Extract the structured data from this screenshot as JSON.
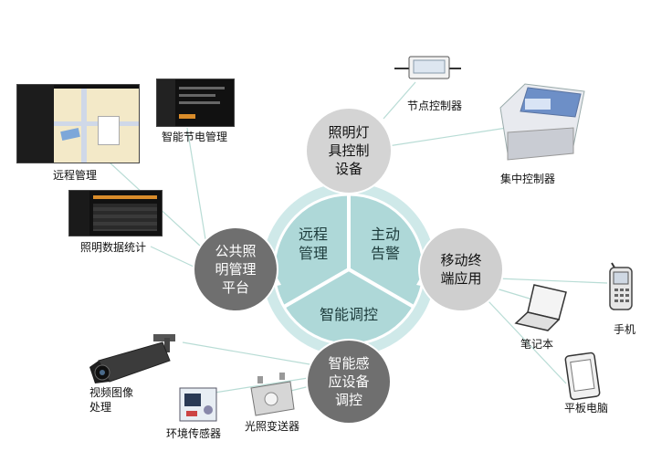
{
  "hub": {
    "segments": [
      {
        "id": "remote",
        "lines": [
          "远程",
          "管理"
        ]
      },
      {
        "id": "alarm",
        "lines": [
          "主动",
          "告警"
        ]
      },
      {
        "id": "control",
        "lines": [
          "智能调控"
        ]
      }
    ]
  },
  "satellites": [
    {
      "id": "lighting",
      "lines": [
        "照明灯",
        "具控制",
        "设备"
      ],
      "color": "#d4d4d4",
      "text": "dark"
    },
    {
      "id": "mobile",
      "lines": [
        "移动终",
        "端应用"
      ],
      "color": "#cfcfcf",
      "text": "dark"
    },
    {
      "id": "sensing",
      "lines": [
        "智能感",
        "应设备",
        "调控"
      ],
      "color": "#6f6f6f",
      "text": "light"
    },
    {
      "id": "platform",
      "lines": [
        "公共照",
        "明管理",
        "平台"
      ],
      "color": "#6f6f6f",
      "text": "light"
    }
  ],
  "devices": {
    "node_controller": "节点控制器",
    "central_controller": "集中控制器",
    "phone": "手机",
    "laptop": "笔记本",
    "tablet": "平板电脑",
    "video": [
      "视频图像",
      "处理"
    ],
    "env_sensor": "环境传感器",
    "light_transmitter": "光照变送器",
    "remote_mgmt": "远程管理",
    "energy_mgmt": "智能节电管理",
    "stats": "照明数据统计"
  },
  "colors": {
    "ring": "#cfe9e9",
    "segment": "#aed8d8",
    "segment_border": "#ffffff",
    "connector": "#b8dcd5",
    "dark_circle": "#6f6f6f",
    "light_circle": "#d0d0d0"
  }
}
